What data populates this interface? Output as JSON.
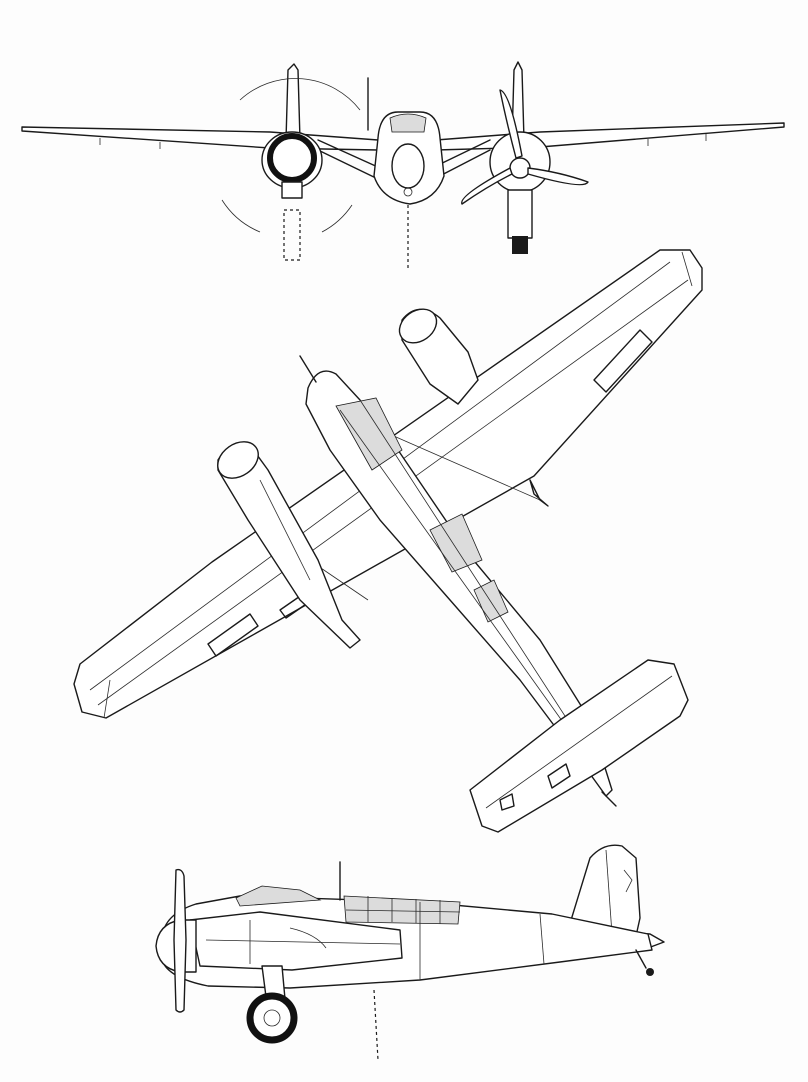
{
  "drawing": {
    "subject": "",
    "views": [
      {
        "id": "front",
        "label": ""
      },
      {
        "id": "plan",
        "label": ""
      },
      {
        "id": "side",
        "label": ""
      }
    ]
  },
  "colors": {
    "line": "#1a1a1a",
    "paper": "#fdfdfd"
  }
}
